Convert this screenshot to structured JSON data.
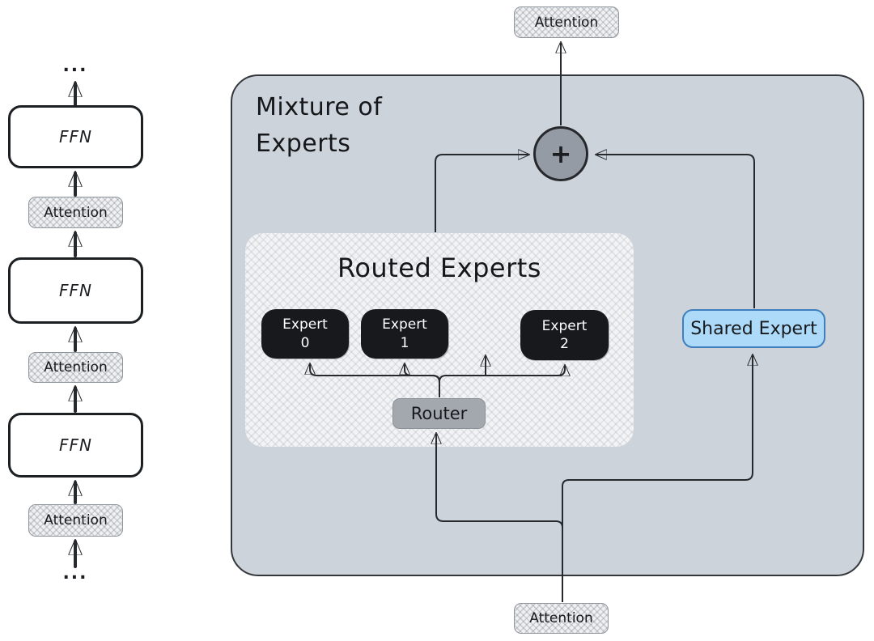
{
  "left_stack": {
    "ellipsis_top": "...",
    "items": [
      {
        "kind": "ffn",
        "label": "FFN"
      },
      {
        "kind": "attention",
        "label": "Attention"
      },
      {
        "kind": "ffn",
        "label": "FFN"
      },
      {
        "kind": "attention",
        "label": "Attention"
      },
      {
        "kind": "ffn",
        "label": "FFN"
      },
      {
        "kind": "attention",
        "label": "Attention"
      }
    ],
    "ellipsis_bottom": "..."
  },
  "moe": {
    "title_line1": "Mixture of",
    "title_line2": "Experts",
    "attention_top": "Attention",
    "attention_bottom": "Attention",
    "sum_label": "+",
    "shared_expert": {
      "label": "Shared Expert"
    },
    "routed_experts": {
      "title": "Routed Experts",
      "router": {
        "label": "Router"
      },
      "experts": [
        {
          "name": "Expert",
          "index": "0"
        },
        {
          "name": "Expert",
          "index": "1"
        },
        {
          "name": "Expert",
          "index": "2"
        }
      ]
    }
  },
  "colors": {
    "container_fill": "#cdd3da",
    "routed_panel_fill": "#f2f3f5",
    "expert_fill": "#17191c",
    "router_fill": "#a3a8af",
    "shared_expert_fill": "#addaf8",
    "shared_expert_border": "#3f7fbd",
    "badge_fill": "#f0f1f3",
    "sum_node_fill": "#959ba4",
    "wire": "#26292d"
  }
}
